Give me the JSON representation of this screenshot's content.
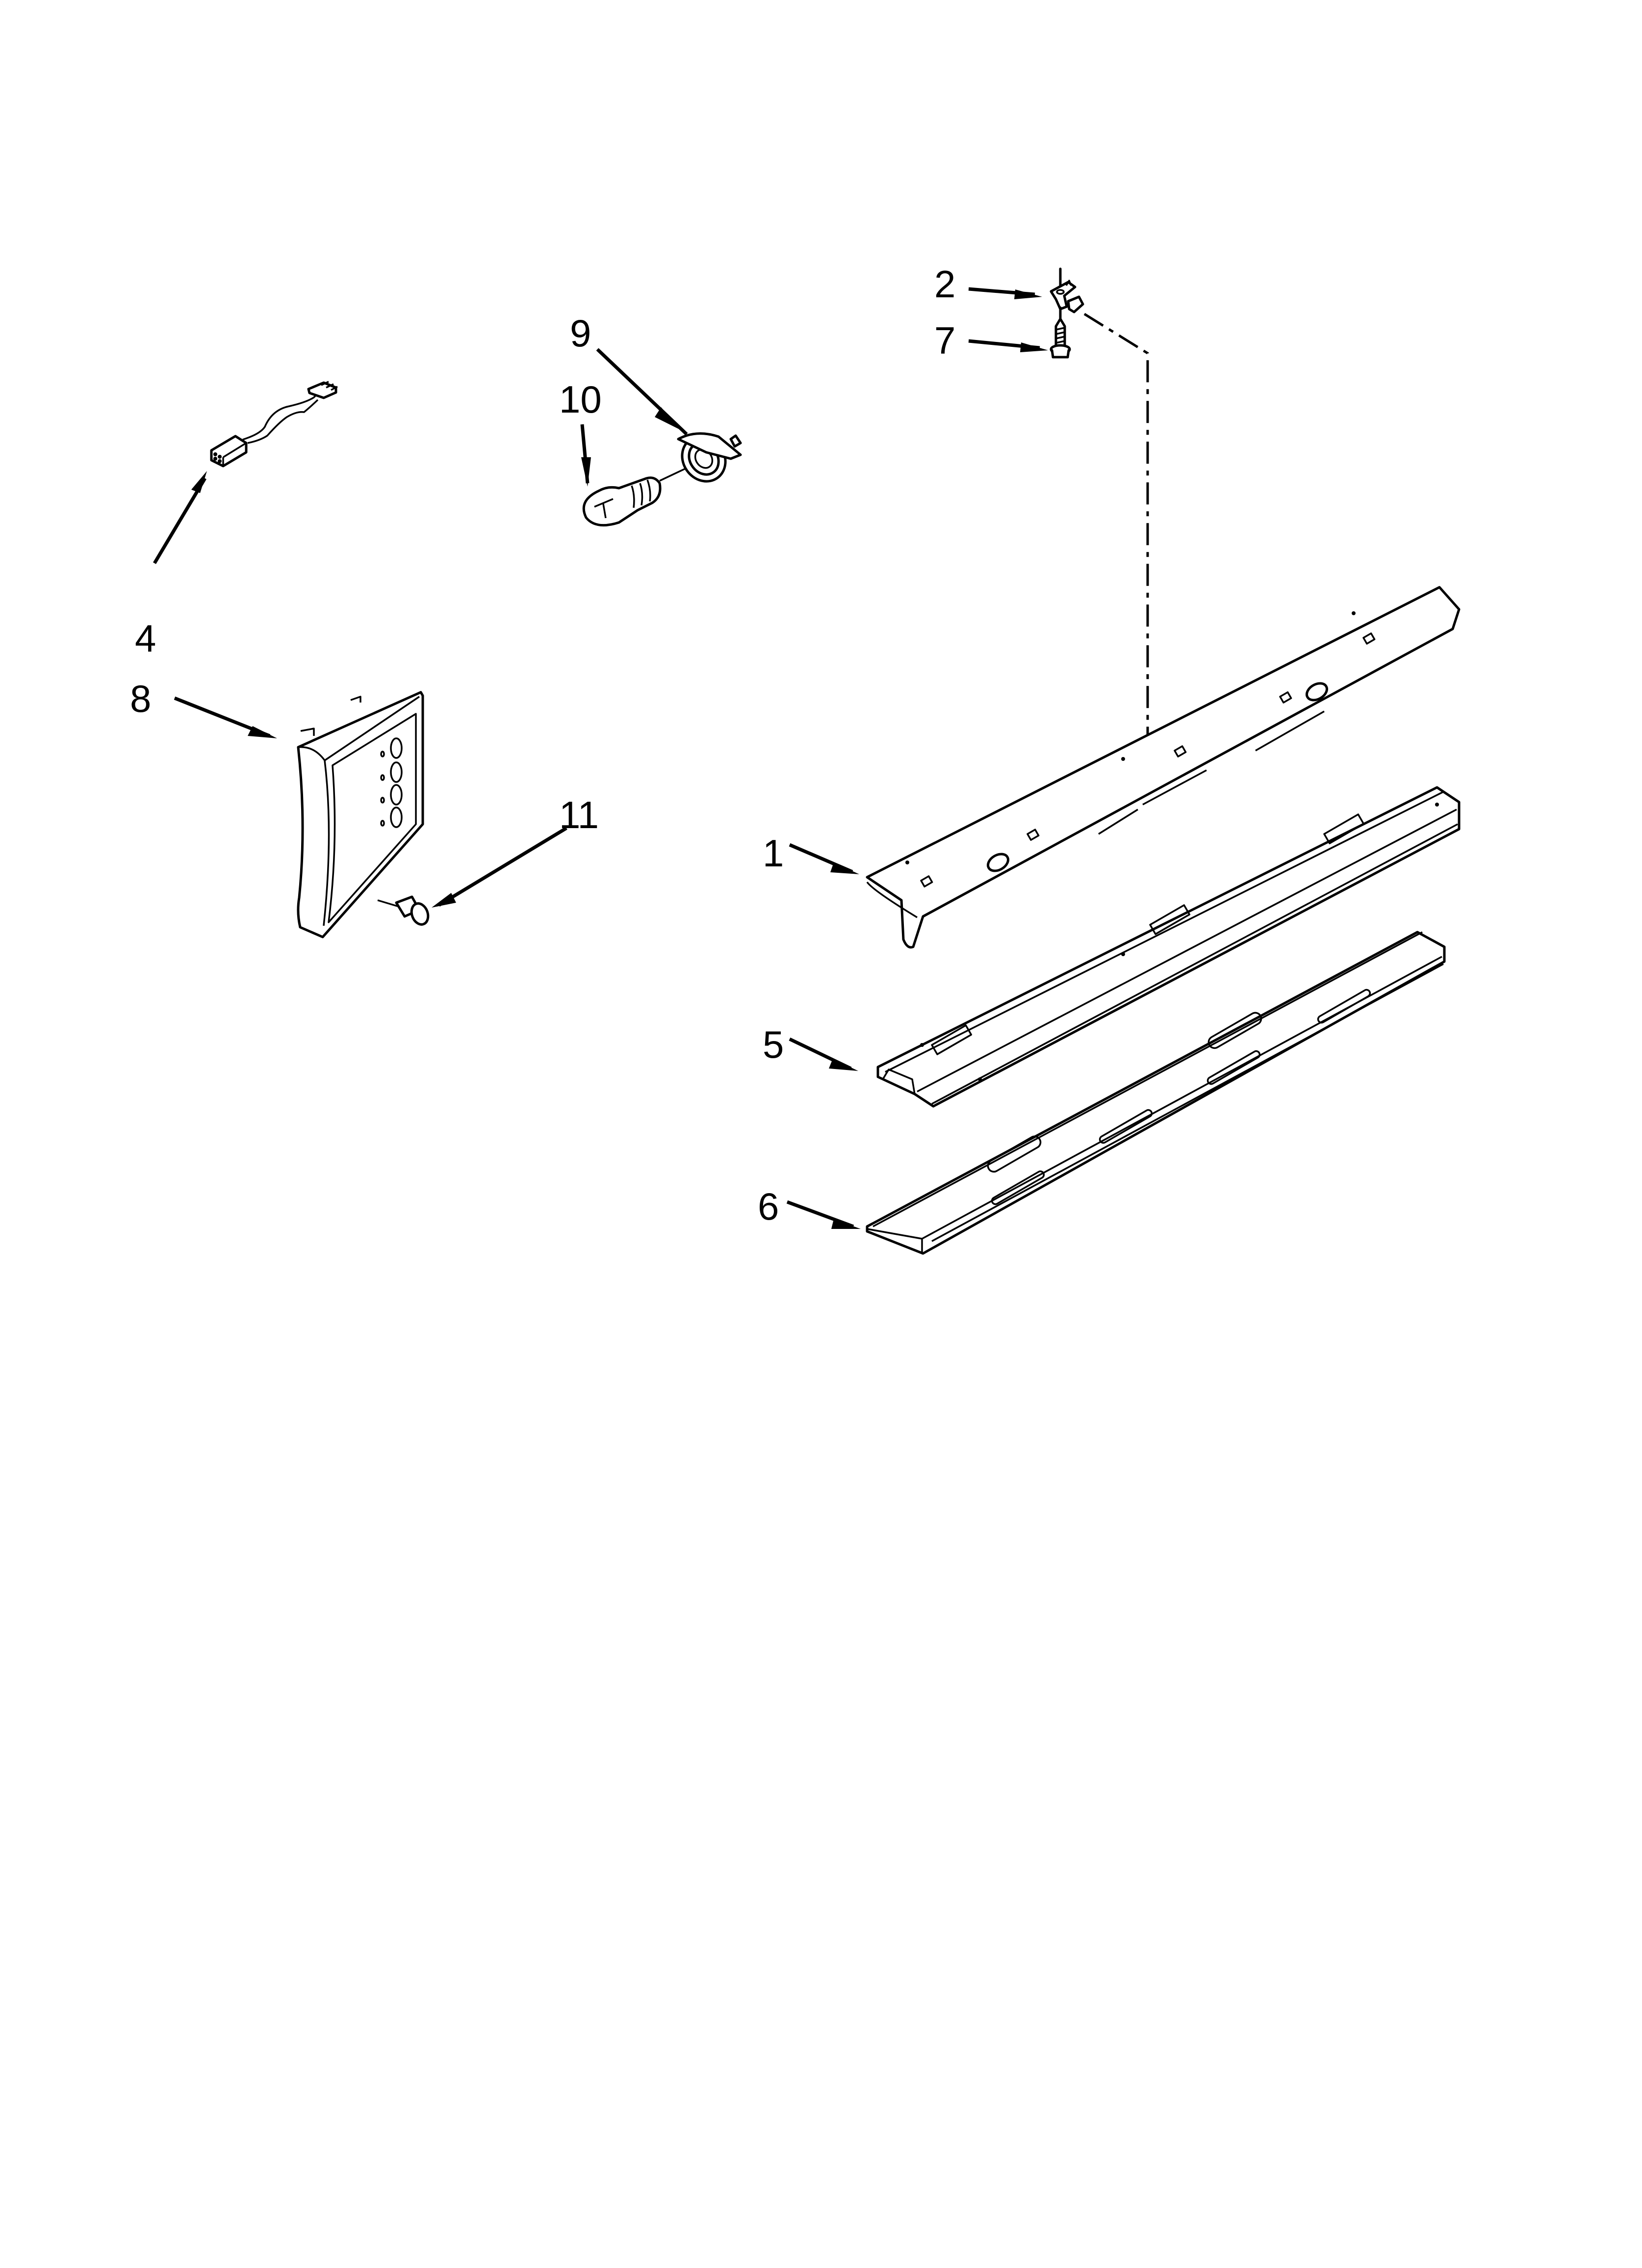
{
  "diagram": {
    "type": "exploded-parts-diagram",
    "background": "#ffffff",
    "line_color": "#000000",
    "parts": [
      {
        "callout": "1",
        "description": "control panel mounting bracket / trim (long angled bar with slots)"
      },
      {
        "callout": "2",
        "description": "clip / bracket"
      },
      {
        "callout": "4",
        "description": "wire harness with connectors"
      },
      {
        "callout": "5",
        "description": "channel rail (middle)"
      },
      {
        "callout": "6",
        "description": "channel rail (bottom)"
      },
      {
        "callout": "7",
        "description": "screw"
      },
      {
        "callout": "8",
        "description": "control housing / bezel"
      },
      {
        "callout": "9",
        "description": "lamp socket"
      },
      {
        "callout": "10",
        "description": "light bulb"
      },
      {
        "callout": "11",
        "description": "screw"
      }
    ],
    "labels": {
      "l1": "1",
      "l2": "2",
      "l4": "4",
      "l5": "5",
      "l6": "6",
      "l7": "7",
      "l8": "8",
      "l9": "9",
      "l10": "10",
      "l11": "11"
    }
  }
}
